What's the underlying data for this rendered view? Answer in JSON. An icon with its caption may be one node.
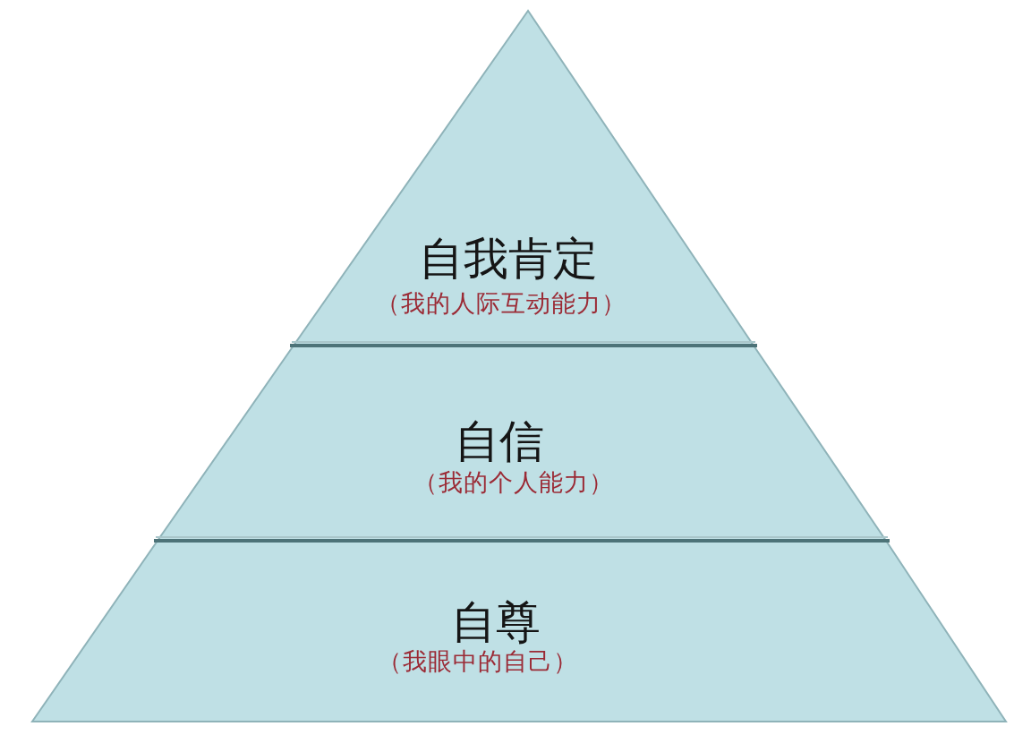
{
  "diagram": {
    "nodes": [
      {
        "text": [
          "自我肯定",
          "（我的人际互动能力）"
        ]
      },
      {
        "text": [
          "自信",
          "（我的个人能力）"
        ]
      },
      {
        "text": [
          "自尊",
          "（我眼中的自己）"
        ]
      }
    ]
  }
}
